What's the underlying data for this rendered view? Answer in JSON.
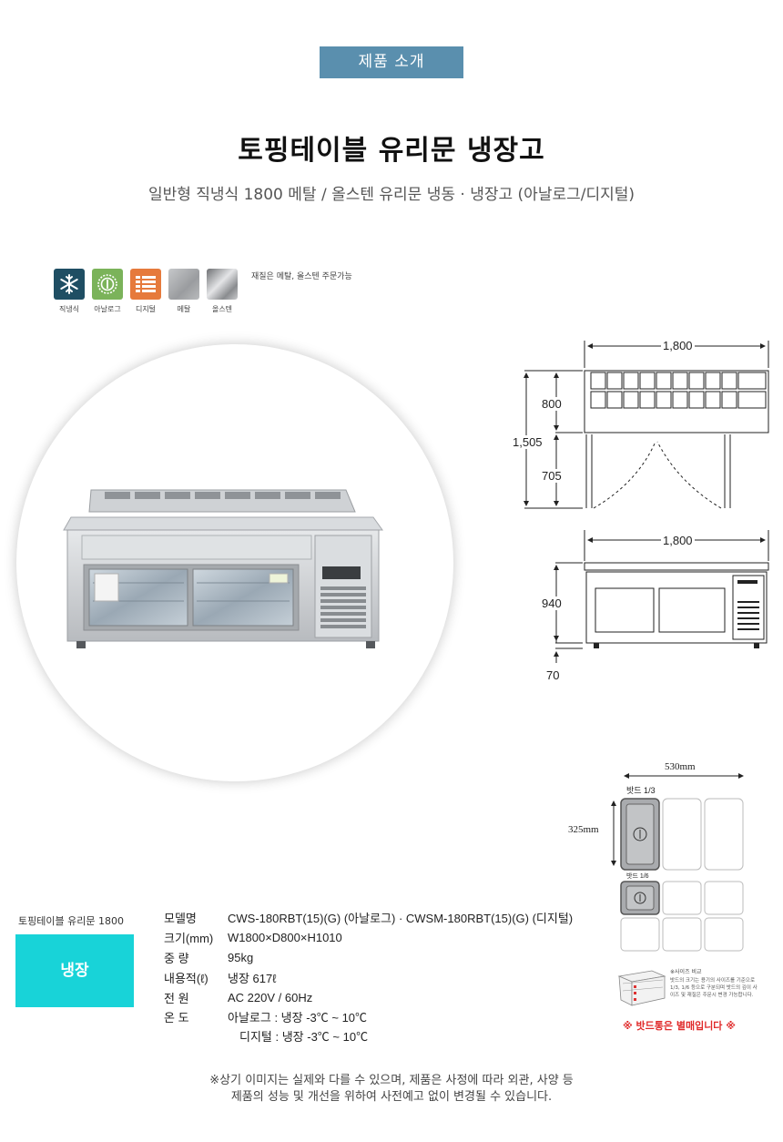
{
  "header": {
    "badge": "제품 소개",
    "title": "토핑테이블 유리문 냉장고",
    "subtitle": "일반형 직냉식 1800 메탈 / 올스텐 유리문 냉동 · 냉장고 (아날로그/디지털)"
  },
  "features": [
    {
      "label": "직냉식",
      "icon": "snowflake-icon",
      "color": "#1f4e63"
    },
    {
      "label": "아날로그",
      "icon": "analog-gauge-icon",
      "color": "#7bb35a"
    },
    {
      "label": "디지털",
      "icon": "digital-display-icon",
      "color": "#e67a3c"
    },
    {
      "label": "메탈",
      "icon": "metal-swatch-icon",
      "color": "#a9abae"
    },
    {
      "label": "올스텐",
      "icon": "stainless-swatch-icon",
      "color": "#8f9194"
    }
  ],
  "material_note": "재질은 메탈, 올스텐 주문가능",
  "drawing": {
    "front_width": "1,800",
    "top_height": "800",
    "total_height": "1,505",
    "body_height": "705",
    "side_width": "1,800",
    "side_height": "940",
    "leg_height": "70"
  },
  "pan_diagram": {
    "width": "530mm",
    "depth": "325mm",
    "pan_third": "밧드 1/3",
    "pan_sixth": "밧드 1/6",
    "note_title": "※사이즈 비교",
    "note_text": "밧드의 크기는 용기의 사이즈를 기준으로 1/3, 1/6 등으로 구분되며 밧드의 깊이 사이즈 및 재질은 주문시 변경 가능합니다.",
    "sold_separately": "※ 밧드통은 별매입니다 ※"
  },
  "specs": {
    "product_name": "토핑테이블 유리문 1800",
    "type": "냉장",
    "rows": [
      {
        "key": "모델명",
        "value": "CWS-180RBT(15)(G) (아날로그) · CWSM-180RBT(15)(G) (디지털)"
      },
      {
        "key": "크기(mm)",
        "value": "W1800×D800×H1010"
      },
      {
        "key": "중 량",
        "value": "95kg"
      },
      {
        "key": "내용적(ℓ)",
        "value": "냉장 617ℓ"
      },
      {
        "key": "전 원",
        "value": "AC 220V / 60Hz"
      },
      {
        "key": "온 도",
        "value": "아날로그 :  냉장 -3℃ ~ 10℃"
      }
    ],
    "temp_digital": "디지털 :  냉장 -3℃ ~ 10℃"
  },
  "disclaimer": {
    "line1": "※상기 이미지는 실제와 다를 수 있으며, 제품은 사정에 따라 외관, 사양 등",
    "line2": "제품의 성능 및 개선을 위하여 사전예고 없이 변경될 수 있습니다."
  }
}
